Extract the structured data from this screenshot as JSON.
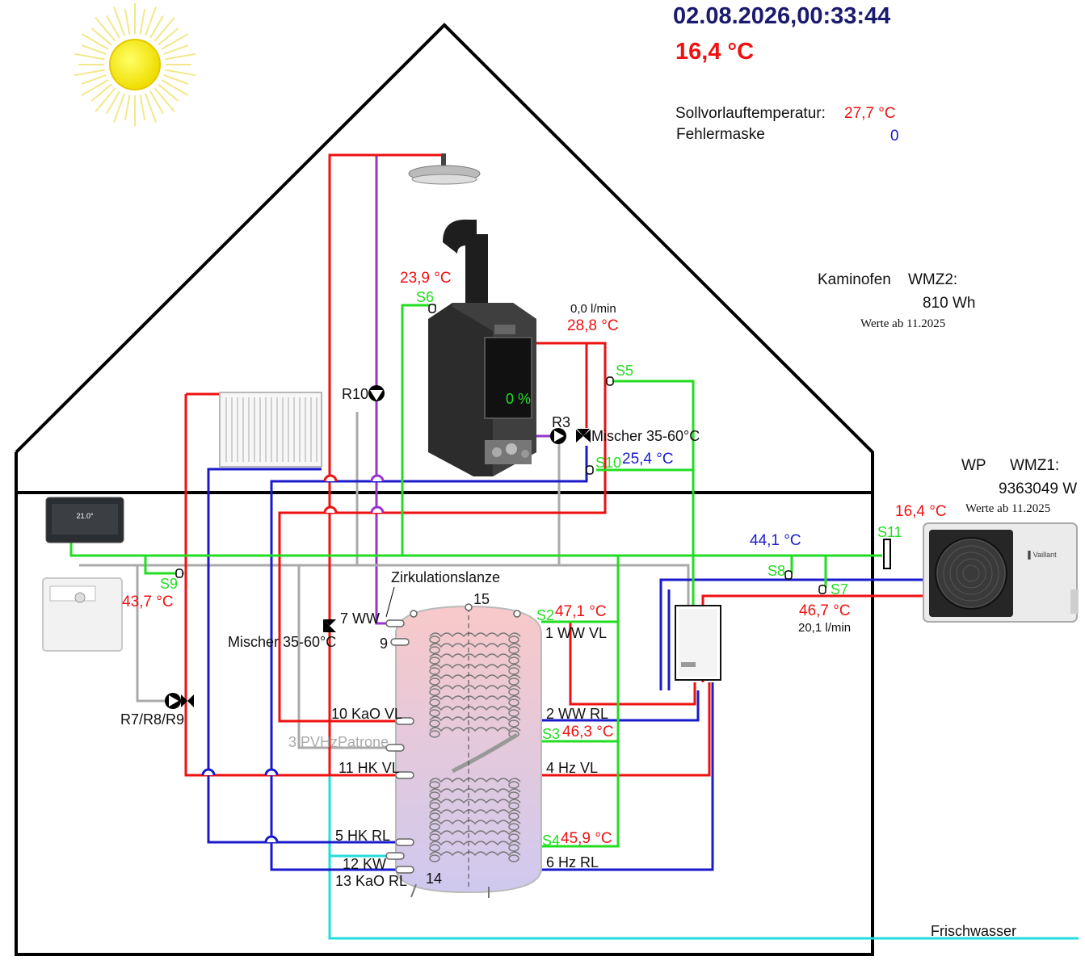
{
  "header": {
    "datetime": "02.08.2026,00:33:44",
    "outside_temp": "16,4 °C",
    "soll_label": "Sollvorlauftemperatur:",
    "soll_value": "27,7 °C",
    "fehler_label": "Fehlermaske",
    "fehler_value": "0"
  },
  "kaminofen": {
    "label": "Kaminofen",
    "wmz_label": "WMZ2:",
    "energy": "810 Wh",
    "since": "Werte ab 11.2025",
    "flow": "0,0 l/min",
    "temp_out": "28,8 °C",
    "percent": "0 %",
    "s6_temp": "23,9 °C",
    "s10_temp": "25,4 °C"
  },
  "wp": {
    "label": "WP",
    "wmz_label": "WMZ1:",
    "energy": "9363049 W",
    "since": "Werte ab 11.2025",
    "s11_temp": "16,4 °C",
    "s8_temp": "44,1 °C",
    "s7_temp": "46,7 °C",
    "flow": "20,1 l/min"
  },
  "sensors": {
    "s2": "S2",
    "s3": "S3",
    "s4": "S4",
    "s5": "S5",
    "s6": "S6",
    "s7": "S7",
    "s8": "S8",
    "s9": "S9",
    "s10": "S10",
    "s11": "S11"
  },
  "temps": {
    "s9_temp": "43,7 °C",
    "s2_temp": "47,1 °C",
    "s3_temp": "46,3 °C",
    "s4_temp": "45,9 °C"
  },
  "components": {
    "r10": "R10",
    "r3": "R3",
    "r789": "R7/R8/R9",
    "mixer_top": "Mischer 35-60°C",
    "mixer_left": "Mischer 35-60°C",
    "zirkulation": "Zirkulationslanze",
    "frischwasser": "Frischwasser"
  },
  "ports": {
    "p15": "15",
    "p7": "7 WW",
    "p9": "9",
    "p1": "1 WW VL",
    "p10": "10 KaO VL",
    "p2": "2 WW RL",
    "p3": "3 PVHzPatrone",
    "p11": "11 HK VL",
    "p4": "4 Hz VL",
    "p5": "5 HK RL",
    "p12": "12 KW",
    "p6": "6 Hz RL",
    "p13": "13 KaO RL",
    "p14": "14"
  },
  "display": {
    "screen_temp": "21.0°"
  },
  "colors": {
    "red": "#ee1111",
    "blue": "#1a1acc",
    "green": "#22dd22",
    "purple": "#9933cc",
    "cyan": "#22dddd",
    "gray": "#aaaaaa",
    "navy": "#1a1a6e"
  }
}
